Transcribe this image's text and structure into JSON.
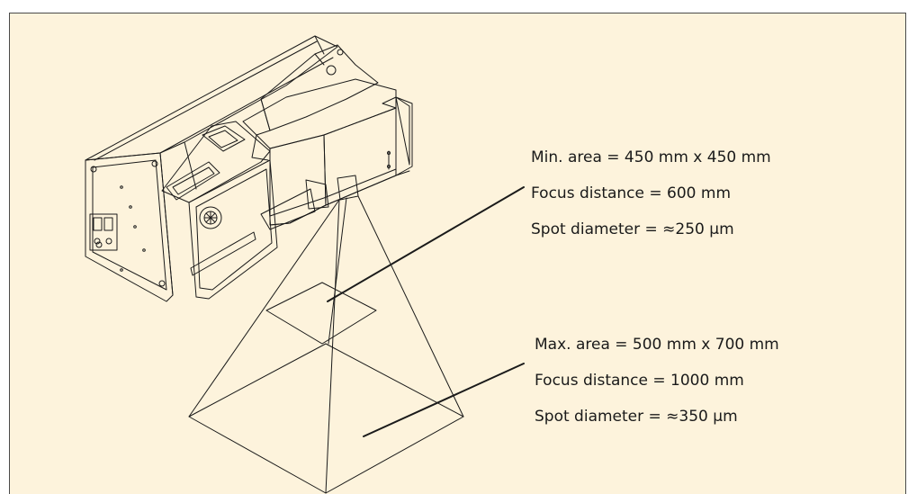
{
  "colors": {
    "background": "#fdf3dc",
    "line": "#1a1a1a"
  },
  "min_spec": {
    "area": "Min. area = 450 mm x 450 mm",
    "focus": "Focus distance = 600 mm",
    "spot": "Spot diameter = ≈250 µm"
  },
  "max_spec": {
    "area": "Max. area = 500 mm x 700 mm",
    "focus": "Focus distance = 1000 mm",
    "spot": "Spot diameter = ≈350 µm"
  }
}
